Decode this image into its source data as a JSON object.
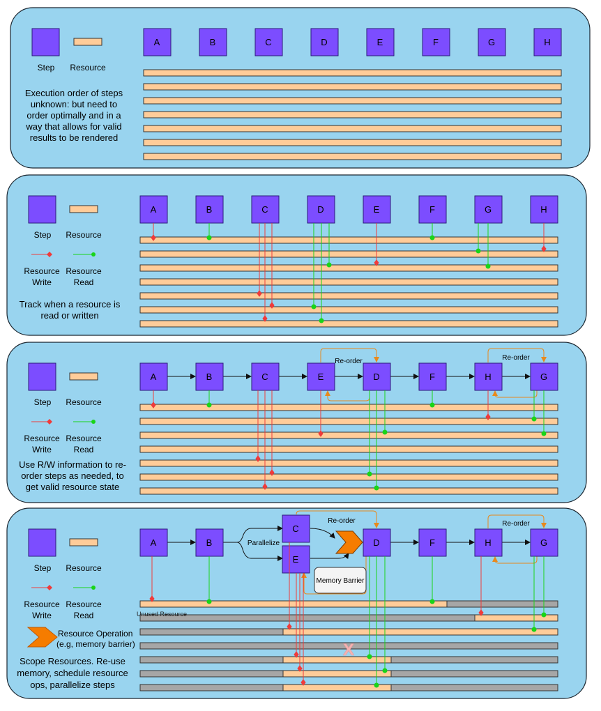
{
  "colors": {
    "panel_fill": "#99d4ef",
    "panel_stroke": "#1b2630",
    "step_fill": "#7c4dff",
    "step_stroke": "#2b1a7a",
    "resource_fill": "#ffcc99",
    "resource_stroke": "#333333",
    "unused_fill": "#a6a6a6",
    "write_color": "#ef3b3b",
    "read_color": "#19d419",
    "reorder_color": "#e8891c",
    "resource_op_color": "#f57c00"
  },
  "legend": {
    "step": "Step",
    "resource": "Resource",
    "resource_write": [
      "Resource",
      "Write"
    ],
    "resource_read": [
      "Resource",
      "Read"
    ],
    "resource_operation": "Resource Operation",
    "resource_operation_example": "(e.g, memory barrier)"
  },
  "panels": [
    {
      "caption": [
        "Execution order of steps",
        "unknown: but need to",
        "order optimally and in a",
        "way that allows for valid",
        "results to be rendered"
      ],
      "steps": [
        "A",
        "B",
        "C",
        "D",
        "E",
        "F",
        "G",
        "H"
      ]
    },
    {
      "caption": [
        "Track when a resource is",
        "read or written"
      ],
      "steps": [
        "A",
        "B",
        "C",
        "D",
        "E",
        "F",
        "G",
        "H"
      ]
    },
    {
      "caption": [
        "Use R/W information to re-",
        "order steps as needed, to",
        "get valid resource state"
      ],
      "steps": [
        "A",
        "B",
        "C",
        "E",
        "D",
        "F",
        "H",
        "G"
      ],
      "reorder_label": "Re-order"
    },
    {
      "caption": [
        "Scope Resources. Re-use",
        "memory, schedule resource",
        "ops, parallelize steps"
      ],
      "steps": [
        "A",
        "B",
        "C",
        "E",
        "D",
        "F",
        "H",
        "G"
      ],
      "reorder_label": "Re-order",
      "parallelize_label": "Parallelize",
      "memory_barrier_label": "Memory Barrier",
      "unused_resource_label": "Unused Resource",
      "conflict_mark": "X"
    }
  ]
}
